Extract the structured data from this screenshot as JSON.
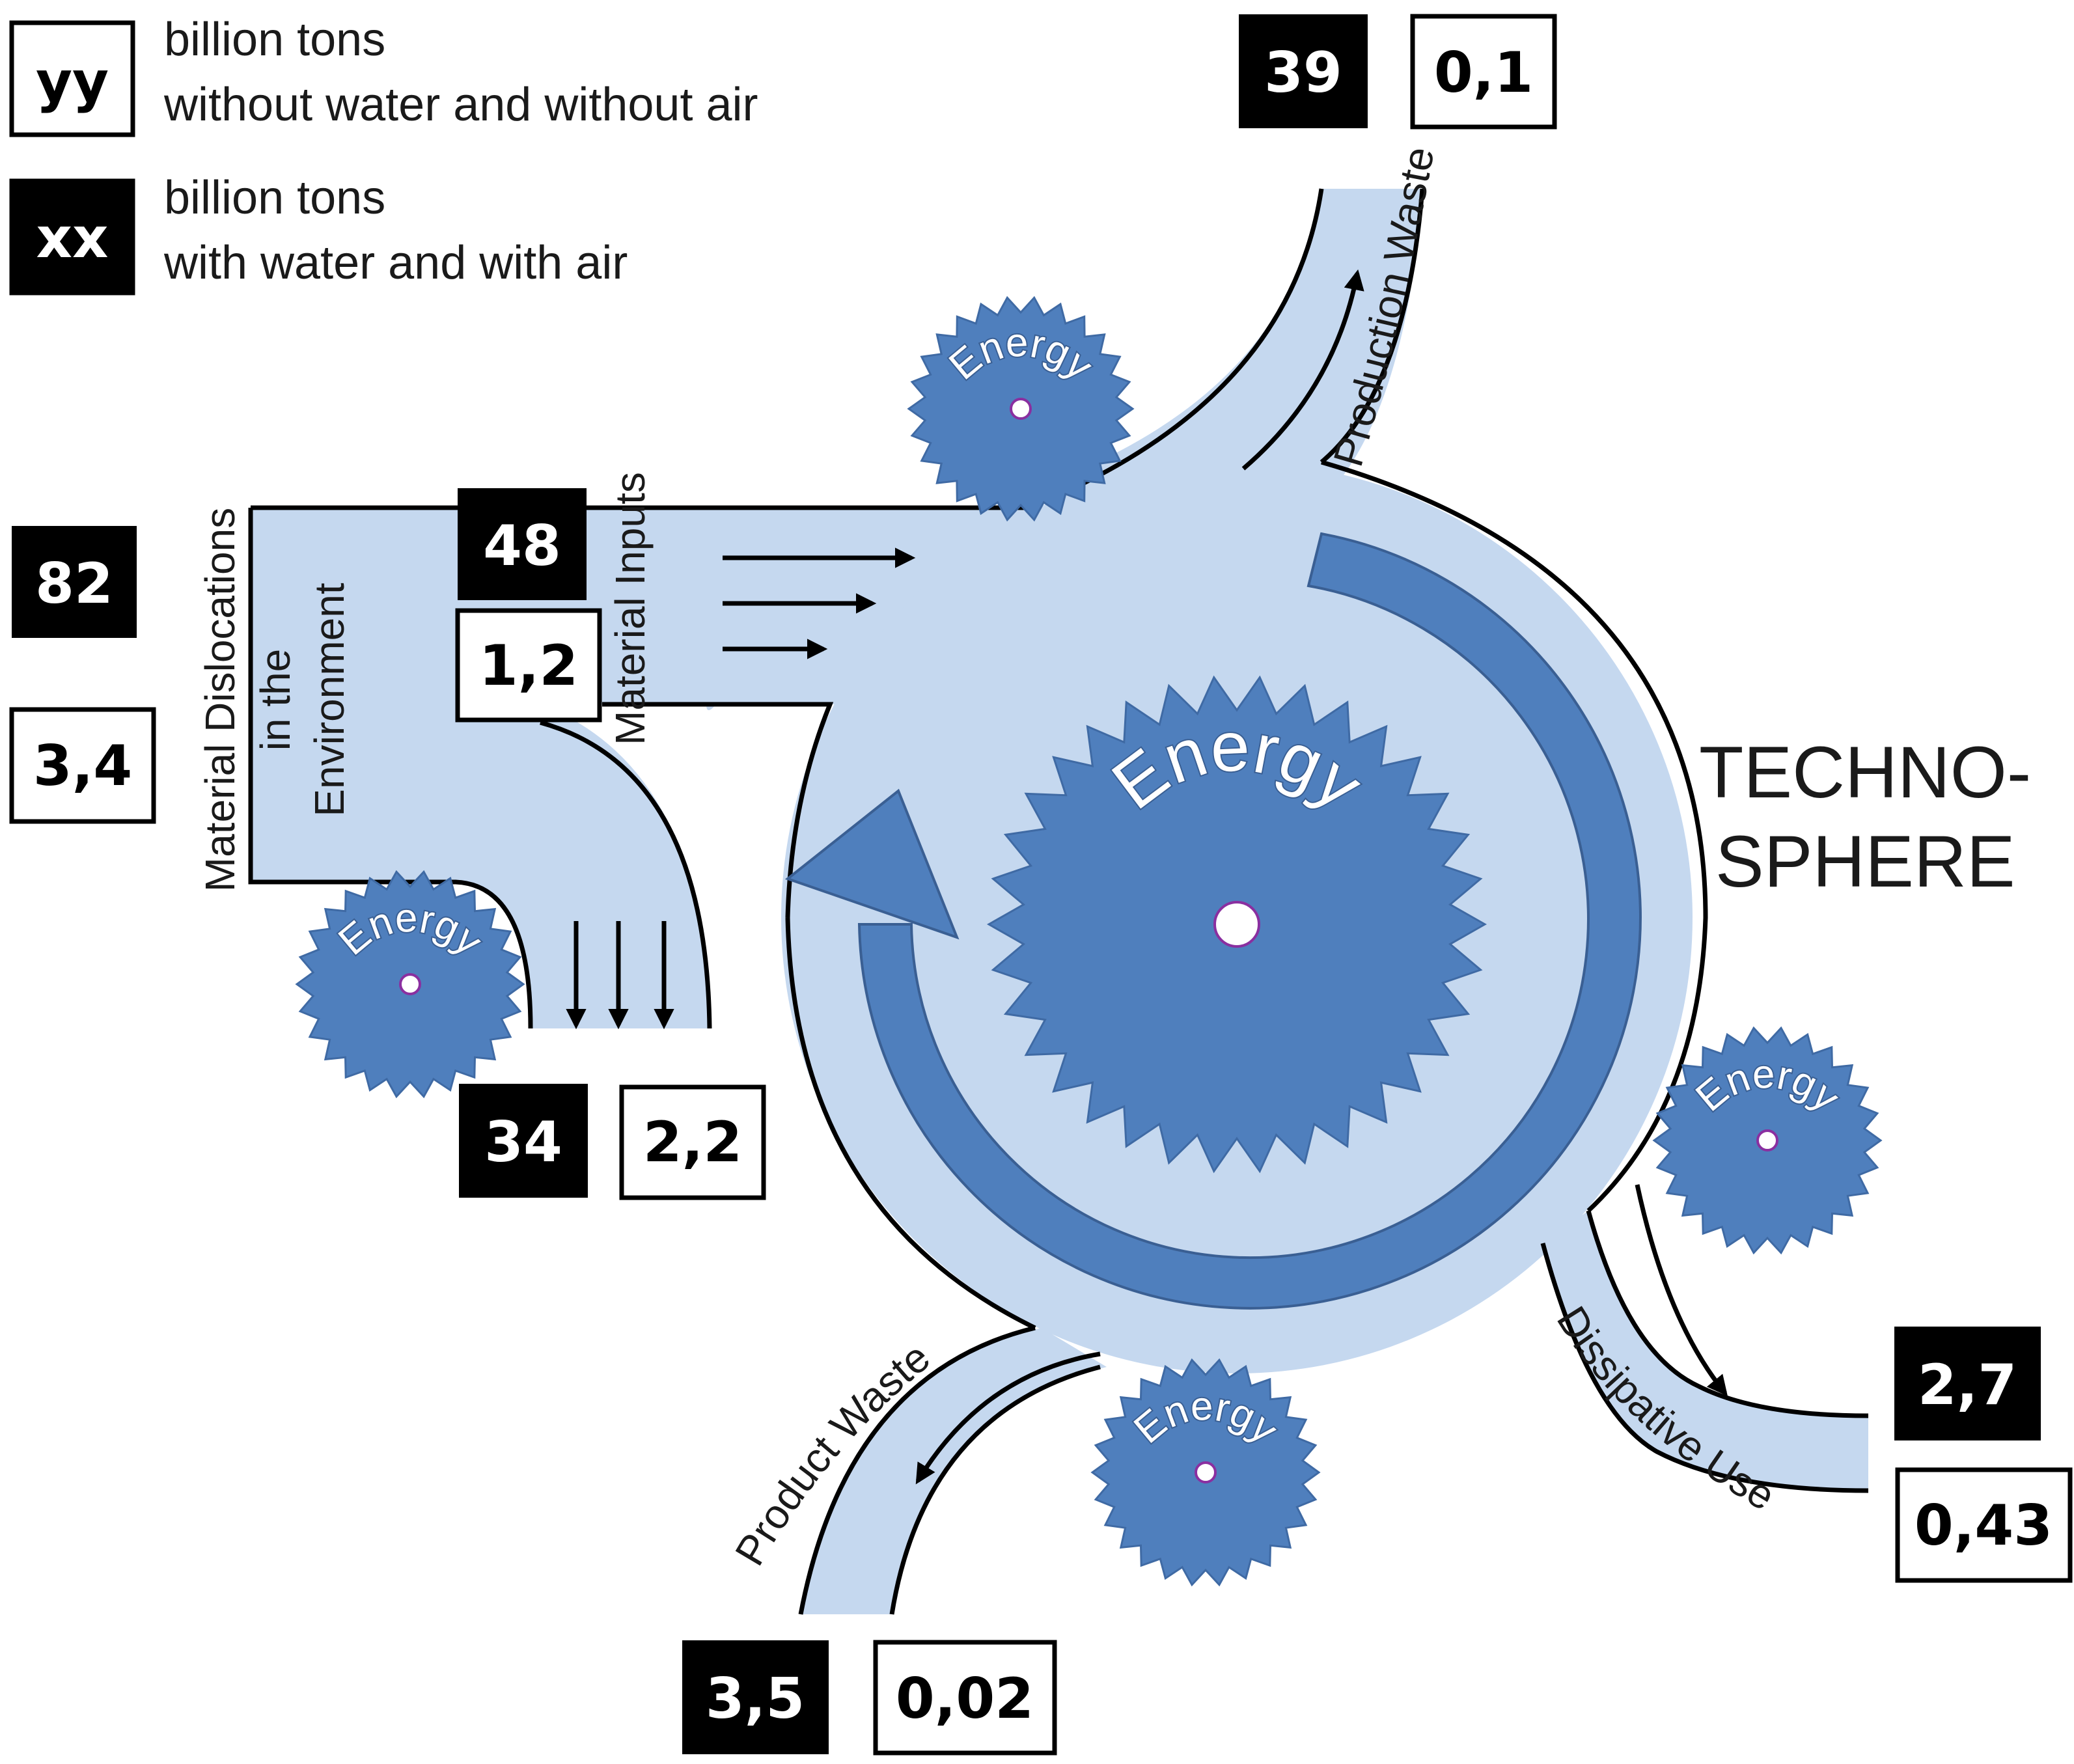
{
  "colors": {
    "flow": "#c5d8ef",
    "gear": "#4f7fbd",
    "arrow_dark": "#4f7fbd",
    "outline": "#000000"
  },
  "legend": {
    "white_box_key": "yy",
    "white_box_line1": "billion tons",
    "white_box_line2": "without water and without air",
    "black_box_key": "xx",
    "black_box_line1": "billion tons",
    "black_box_line2": "with water and with air"
  },
  "title": {
    "line1": "TECHNO-",
    "line2": "SPHERE"
  },
  "gear_label": "Energy",
  "flows": {
    "dislocations": {
      "label_line1": "Material Dislocations",
      "label_line2": "in the",
      "label_line3": "Environment",
      "with_water_air": "82",
      "without_water_air": "3,4"
    },
    "inputs": {
      "label": "Material Inputs",
      "with_water_air": "48",
      "without_water_air": "1,2"
    },
    "returned": {
      "with_water_air": "34",
      "without_water_air": "2,2"
    },
    "production_waste": {
      "label": "Production Waste",
      "with_water_air": "39",
      "without_water_air": "0,1"
    },
    "dissipative_use": {
      "label": "Dissipative Use",
      "with_water_air": "2,7",
      "without_water_air": "0,43"
    },
    "product_waste": {
      "label": "Product Waste",
      "with_water_air": "3,5",
      "without_water_air": "0,02"
    }
  }
}
